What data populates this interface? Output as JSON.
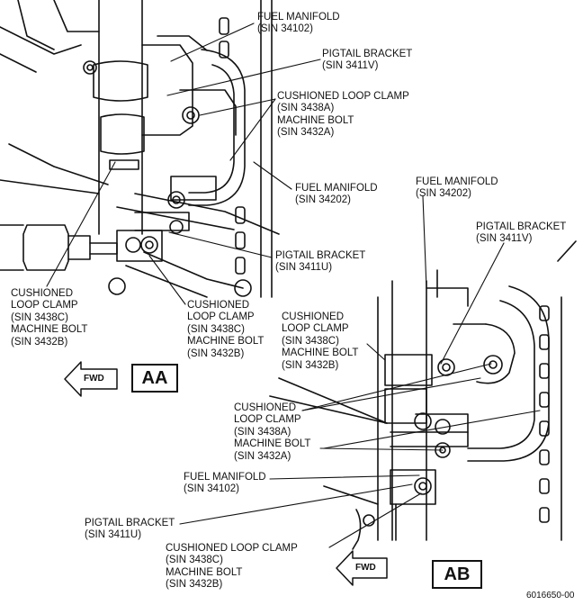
{
  "figure_id": "6016650-00",
  "views": {
    "aa": {
      "title": "AA",
      "fwd": "FWD",
      "labels": {
        "fuel_manifold_top": [
          "FUEL MANIFOLD",
          "(SIN 34102)"
        ],
        "pigtail_bracket_top": [
          "PIGTAIL BRACKET",
          "(SIN 3411V)"
        ],
        "loop_clamp_a": [
          "CUSHIONED LOOP CLAMP",
          "(SIN 3438A)",
          "MACHINE BOLT",
          "(SIN 3432A)"
        ],
        "fuel_manifold_mid": [
          "FUEL MANIFOLD",
          "(SIN 34202)"
        ],
        "pigtail_bracket_u": [
          "PIGTAIL BRACKET",
          "(SIN 3411U)"
        ],
        "loop_clamp_c_left": [
          "CUSHIONED",
          "LOOP CLAMP",
          "(SIN 3438C)",
          "MACHINE BOLT",
          "(SIN 3432B)"
        ],
        "loop_clamp_c_mid": [
          "CUSHIONED",
          "LOOP CLAMP",
          "(SIN 3438C)",
          "MACHINE BOLT",
          "(SIN 3432B)"
        ]
      }
    },
    "ab": {
      "title": "AB",
      "fwd": "FWD",
      "labels": {
        "fuel_manifold_top": [
          "FUEL MANIFOLD",
          "(SIN 34202)"
        ],
        "pigtail_bracket_v": [
          "PIGTAIL BRACKET",
          "(SIN 3411V)"
        ],
        "loop_clamp_c_top": [
          "CUSHIONED",
          "LOOP CLAMP",
          "(SIN 3438C)",
          "MACHINE BOLT",
          "(SIN 3432B)"
        ],
        "loop_clamp_a": [
          "CUSHIONED",
          "LOOP CLAMP",
          "(SIN 3438A)",
          "MACHINE BOLT",
          "(SIN 3432A)"
        ],
        "fuel_manifold_bottom": [
          "FUEL MANIFOLD",
          "(SIN 34102)"
        ],
        "pigtail_bracket_u": [
          "PIGTAIL BRACKET",
          "(SIN 3411U)"
        ],
        "loop_clamp_c_bottom": [
          "CUSHIONED LOOP CLAMP",
          "(SIN 3438C)",
          "MACHINE BOLT",
          "(SIN 3432B)"
        ]
      }
    }
  }
}
